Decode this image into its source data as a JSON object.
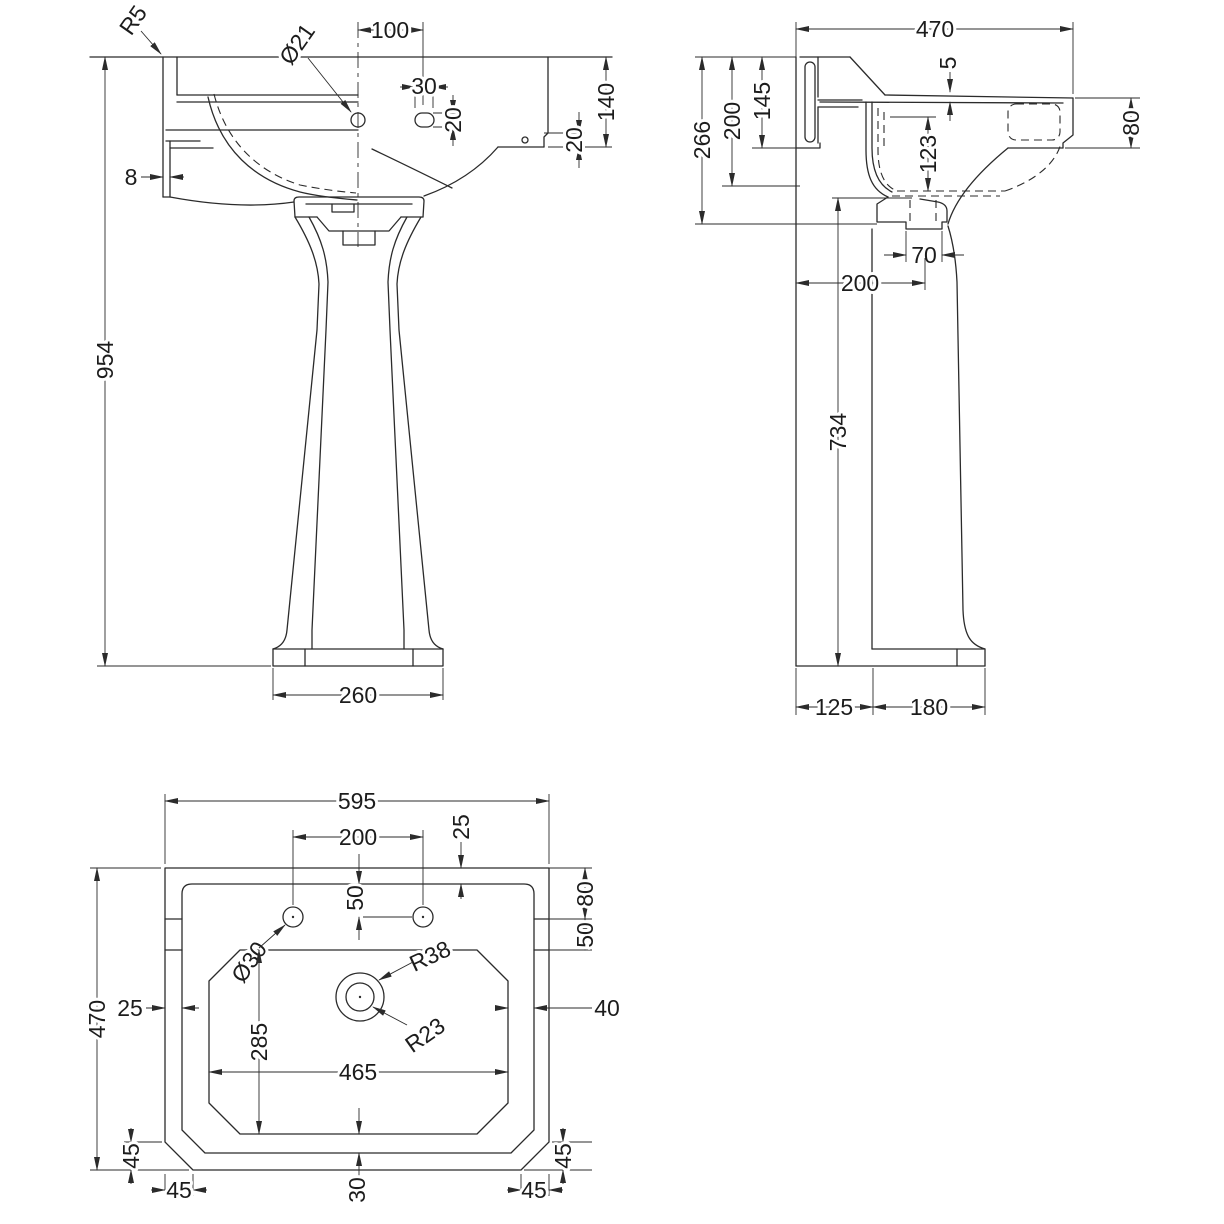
{
  "colors": {
    "line": "#2b2b2b",
    "background": "#ffffff"
  },
  "front": {
    "r5": "R5",
    "d100": "100",
    "dia21": "Ø21",
    "d30": "30",
    "d20_slot": "20",
    "d140": "140",
    "d20_right": "20",
    "d8": "8",
    "d954": "954",
    "d260": "260"
  },
  "side": {
    "d470": "470",
    "d5": "5",
    "d145": "145",
    "d200_left": "200",
    "d266": "266",
    "d123": "123",
    "d80": "80",
    "d70": "70",
    "d200_bottom": "200",
    "d734": "734",
    "d125": "125",
    "d180": "180"
  },
  "plan": {
    "d595": "595",
    "d200": "200",
    "d25_top": "25",
    "d50_center": "50",
    "d80_right": "80",
    "d50_right": "50",
    "dia30": "Ø30",
    "r38": "R38",
    "r23": "R23",
    "d25_left": "25",
    "d40": "40",
    "d285": "285",
    "d465": "465",
    "d470": "470",
    "d45_left_v": "45",
    "d45_left_h": "45",
    "d45_right_v": "45",
    "d45_right_h": "45",
    "d30": "30"
  }
}
